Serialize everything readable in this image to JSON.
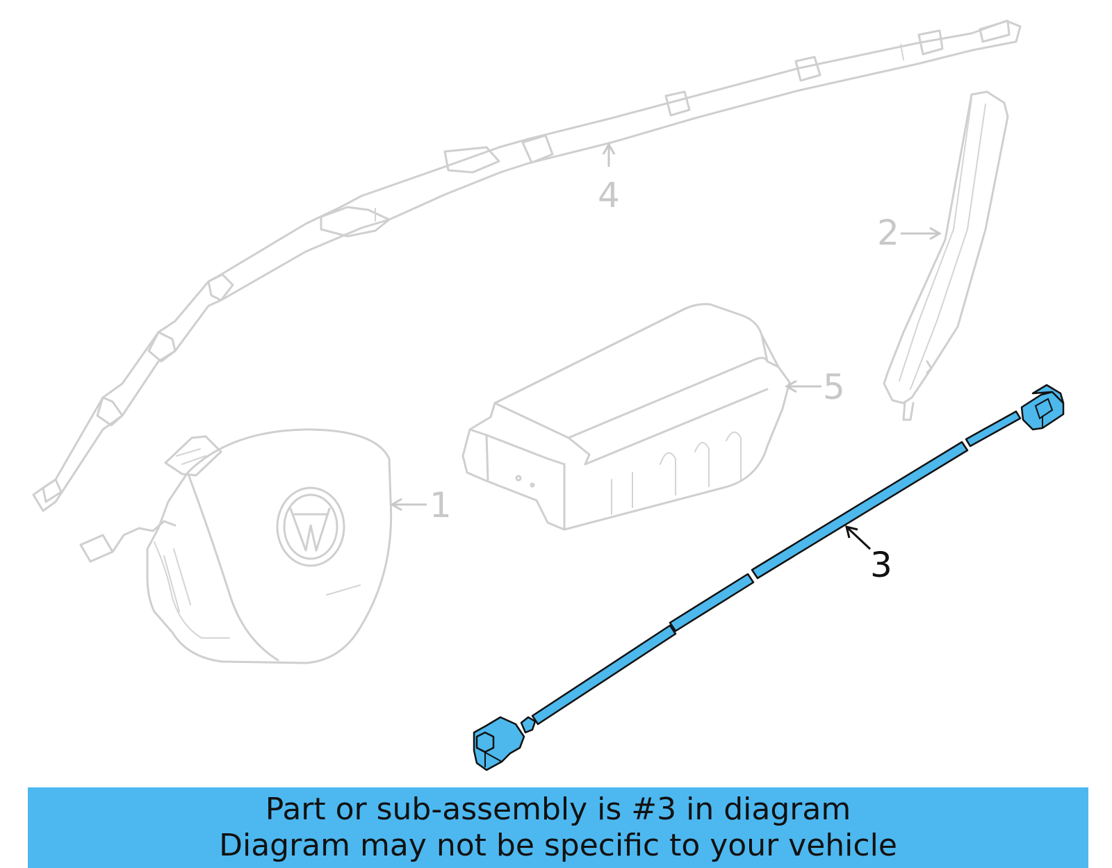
{
  "diagram": {
    "callouts": [
      {
        "id": "1",
        "label": "1",
        "highlighted": false
      },
      {
        "id": "2",
        "label": "2",
        "highlighted": false
      },
      {
        "id": "3",
        "label": "3",
        "highlighted": true
      },
      {
        "id": "4",
        "label": "4",
        "highlighted": false
      },
      {
        "id": "5",
        "label": "5",
        "highlighted": false
      }
    ],
    "highlight_color": "#4db8ec",
    "ghost_color": "#cfcfcf"
  },
  "banner": {
    "line1": "Part or sub-assembly is #3 in diagram",
    "line2": "Diagram may not be specific to your vehicle",
    "background_color": "#4db8f0"
  }
}
